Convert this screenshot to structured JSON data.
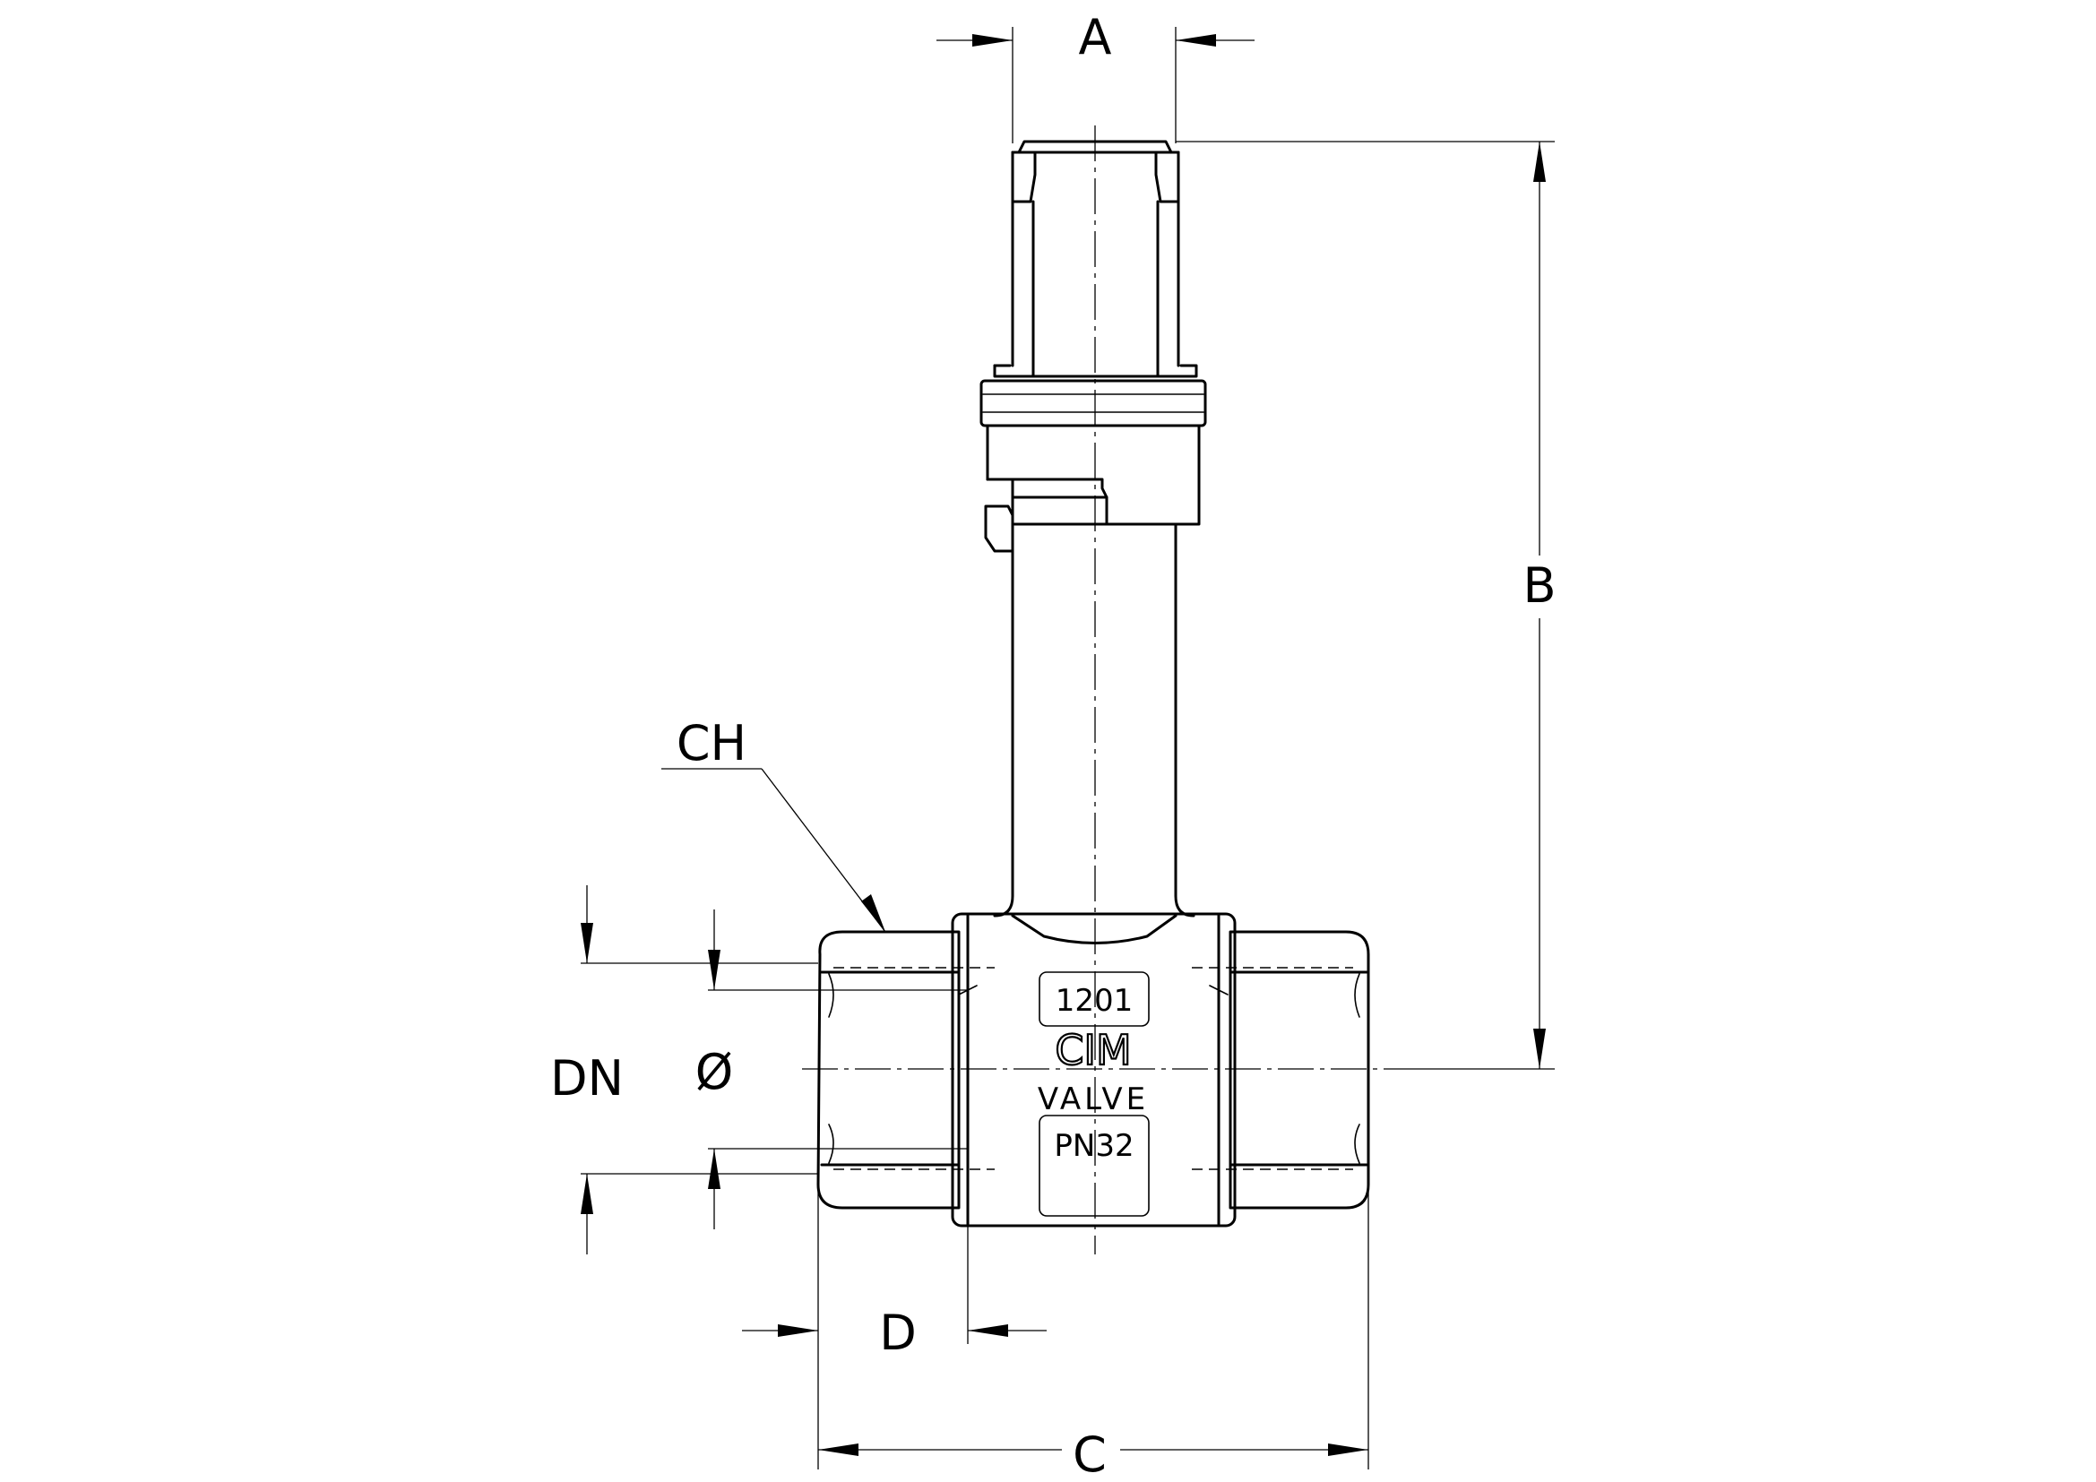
{
  "labels": {
    "A": "A",
    "B": "B",
    "C": "C",
    "D": "D",
    "DN": "DN",
    "diameter": "Ø",
    "CH": "CH"
  },
  "body_markings": {
    "code": "1201",
    "brand": "CIM",
    "valve": "VALVE",
    "pressure": "PN32"
  }
}
